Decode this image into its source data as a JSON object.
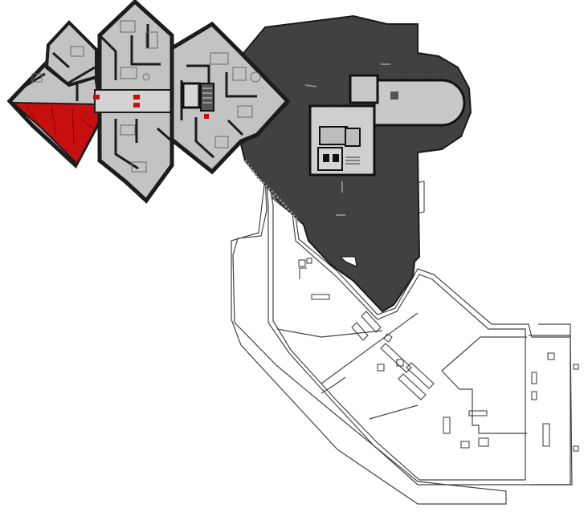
{
  "colors": {
    "background": "#ffffff",
    "apartment_floor": "#c3c3c3",
    "wall": "#1c1c1c",
    "terrace": "#474747",
    "highlight_unit": "#c80f0f",
    "roof_outline": "#555555",
    "room_floor": "#b8b8b8"
  },
  "units": [
    {
      "id": "unit-west",
      "highlighted": true
    },
    {
      "id": "unit-north-west",
      "highlighted": false
    },
    {
      "id": "unit-north",
      "highlighted": false
    },
    {
      "id": "unit-south",
      "highlighted": false
    },
    {
      "id": "unit-east",
      "highlighted": false
    }
  ],
  "room_tags": {
    "t1": "",
    "t2": "",
    "t3": "",
    "t4": "",
    "t5": ""
  }
}
